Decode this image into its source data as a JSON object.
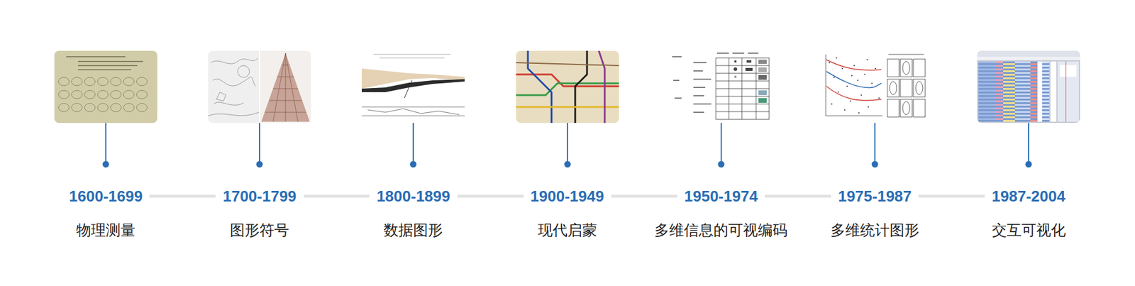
{
  "diagram": {
    "labels": [
      "1600-1699",
      "1700-1799",
      "1800-1899",
      "1900-1949",
      "1950-1974",
      "1975-1987",
      "1987-2004",
      "物理测量",
      "图形符号",
      "数据图形",
      "现代启蒙",
      "多维信息的可视编码",
      "多维统计图形",
      "交互可视化"
    ]
  }
}
